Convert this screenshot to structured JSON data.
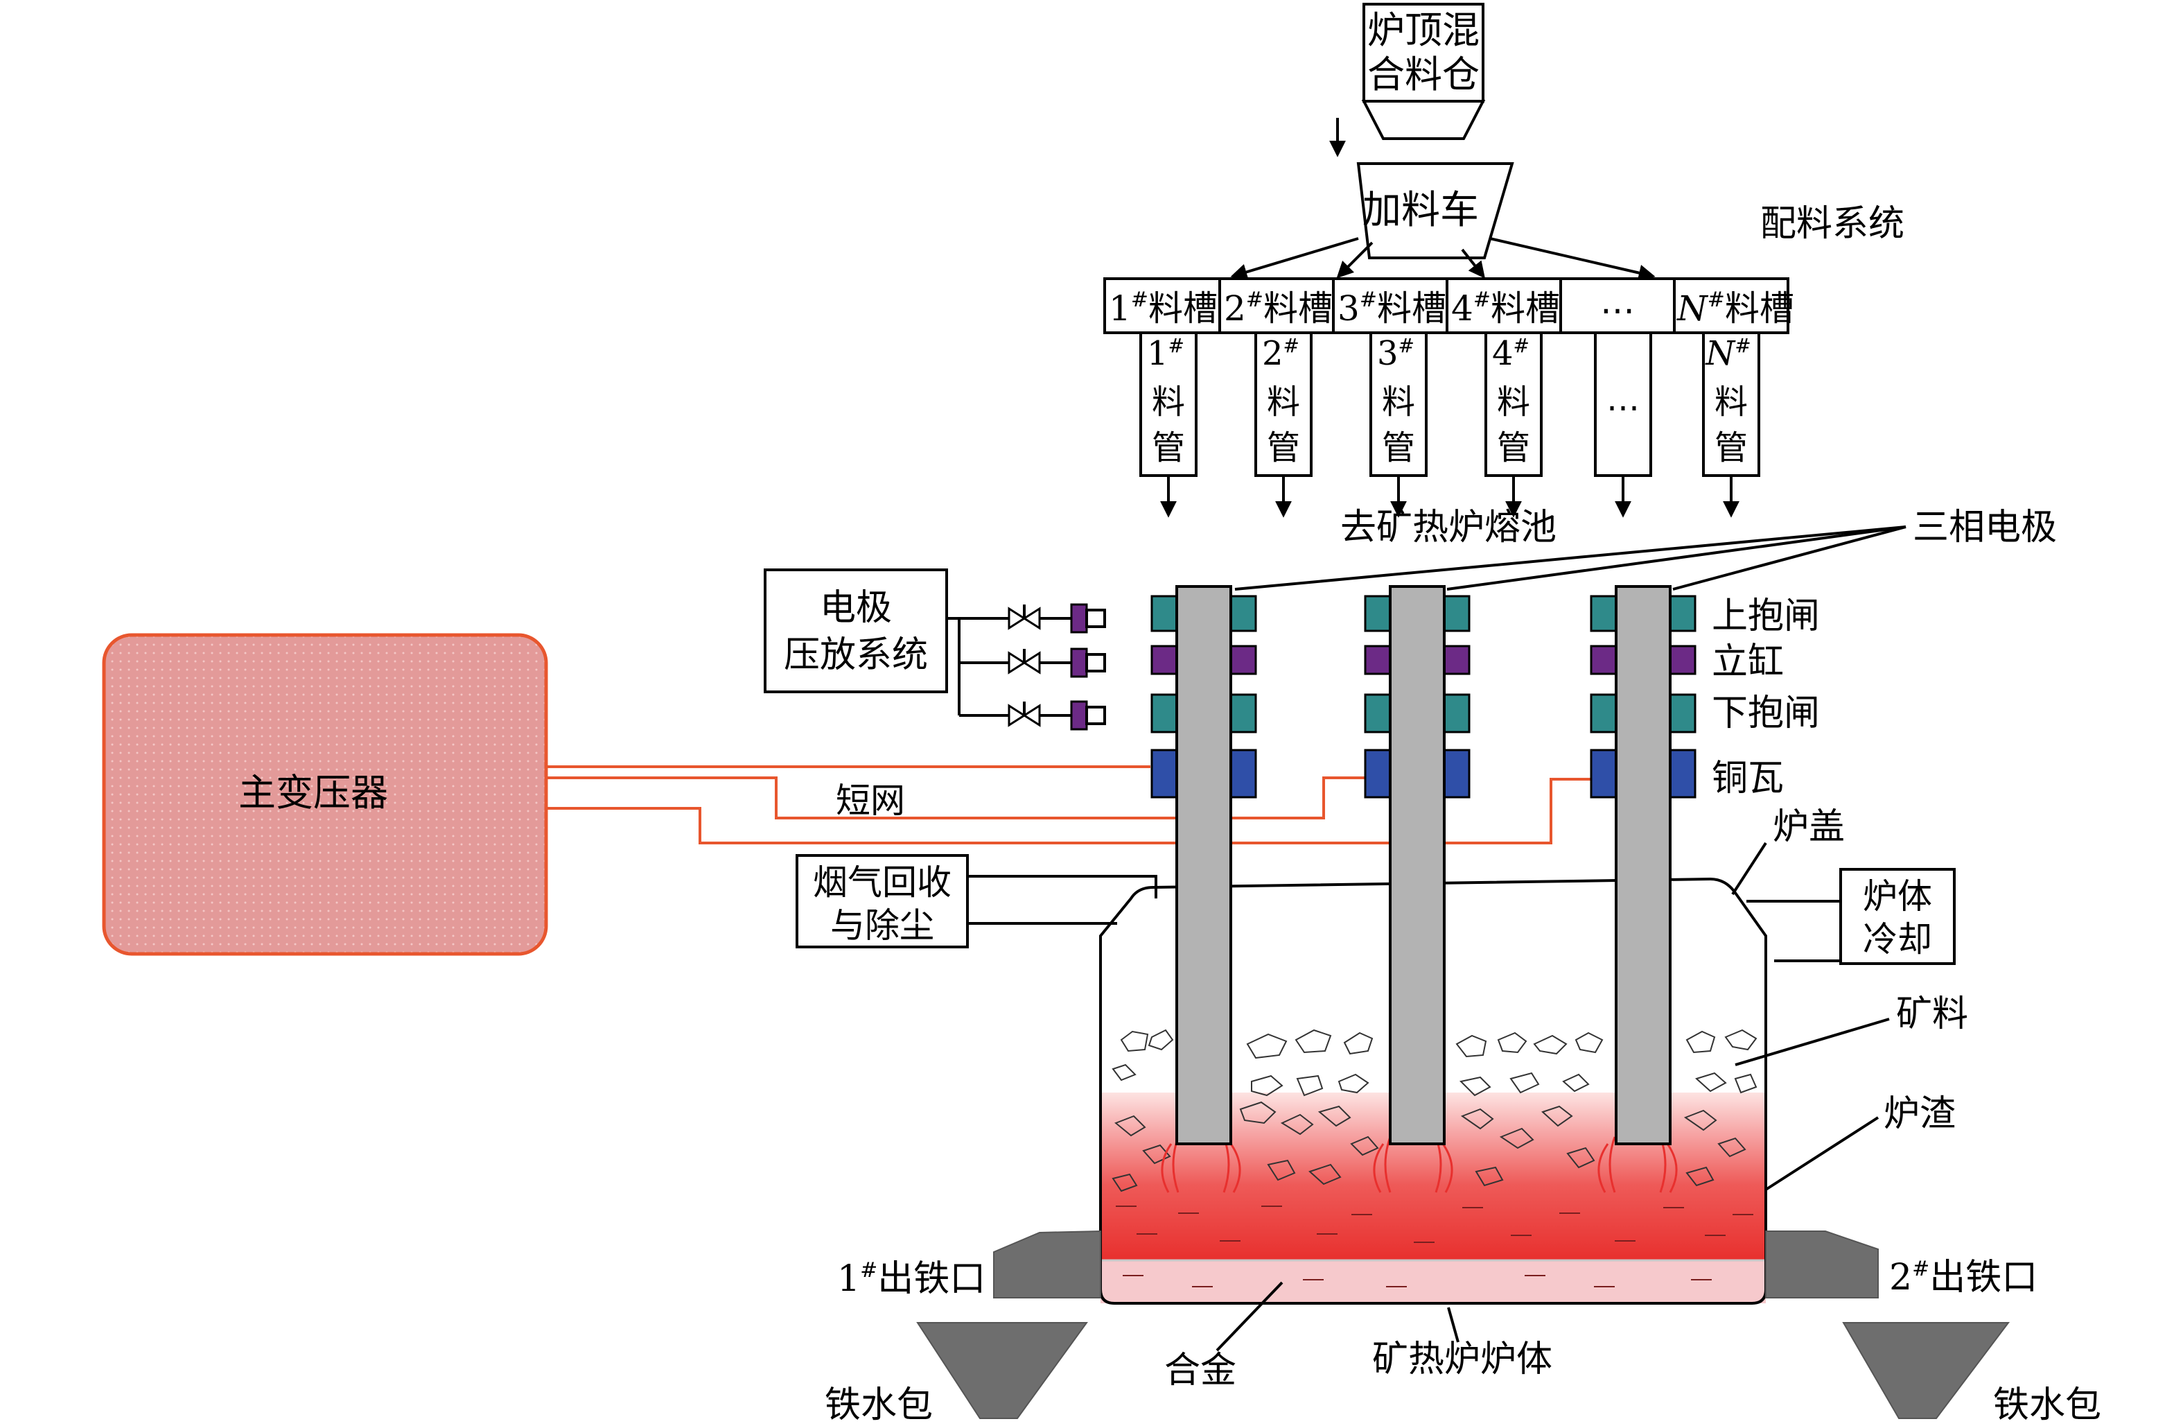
{
  "labels": {
    "mixing_bin_line1": "炉顶混",
    "mixing_bin_line2": "合料仓",
    "cart": "加料车",
    "batching_system": "配料系统",
    "trough_1": "1",
    "trough_2": "2",
    "trough_3": "3",
    "trough_4": "4",
    "trough_ellipsis": "…",
    "trough_n": "N",
    "trough_suffix": "料槽",
    "superscript": "#",
    "pipe_char_1": "料",
    "pipe_char_2": "管",
    "pipe_ellipsis": "…",
    "to_pool": "去矿热炉熔池",
    "three_phase": "三相电极",
    "electrode_system_line1": "电极",
    "electrode_system_line2": "压放系统",
    "transformer": "主变压器",
    "short_net": "短网",
    "upper_clamp": "上抱闸",
    "cylinder": "立缸",
    "lower_clamp": "下抱闸",
    "copper_tile": "铜瓦",
    "furnace_cover": "炉盖",
    "fume_line1": "烟气回收",
    "fume_line2": "与除尘",
    "cooling_line1": "炉体",
    "cooling_line2": "冷却",
    "ore": "矿料",
    "slag": "炉渣",
    "taphole_1": "出铁口",
    "taphole_2": "出铁口",
    "taphole_1_num": "1",
    "taphole_2_num": "2",
    "alloy": "合金",
    "furnace_body": "矿热炉炉体",
    "ladle_left": "铁水包",
    "ladle_right": "铁水包"
  },
  "colors": {
    "transformer_fill": "#e39a99",
    "transformer_stroke": "#e8562e",
    "short_net_wire": "#e8562e",
    "electrode": "#b3b3b3",
    "clamp": "#2f8a8a",
    "cylinder": "#6c2a86",
    "copper_tile": "#2f4fa8",
    "molten_red": "#e8302e",
    "alloy_pink": "#f6c9cc"
  }
}
